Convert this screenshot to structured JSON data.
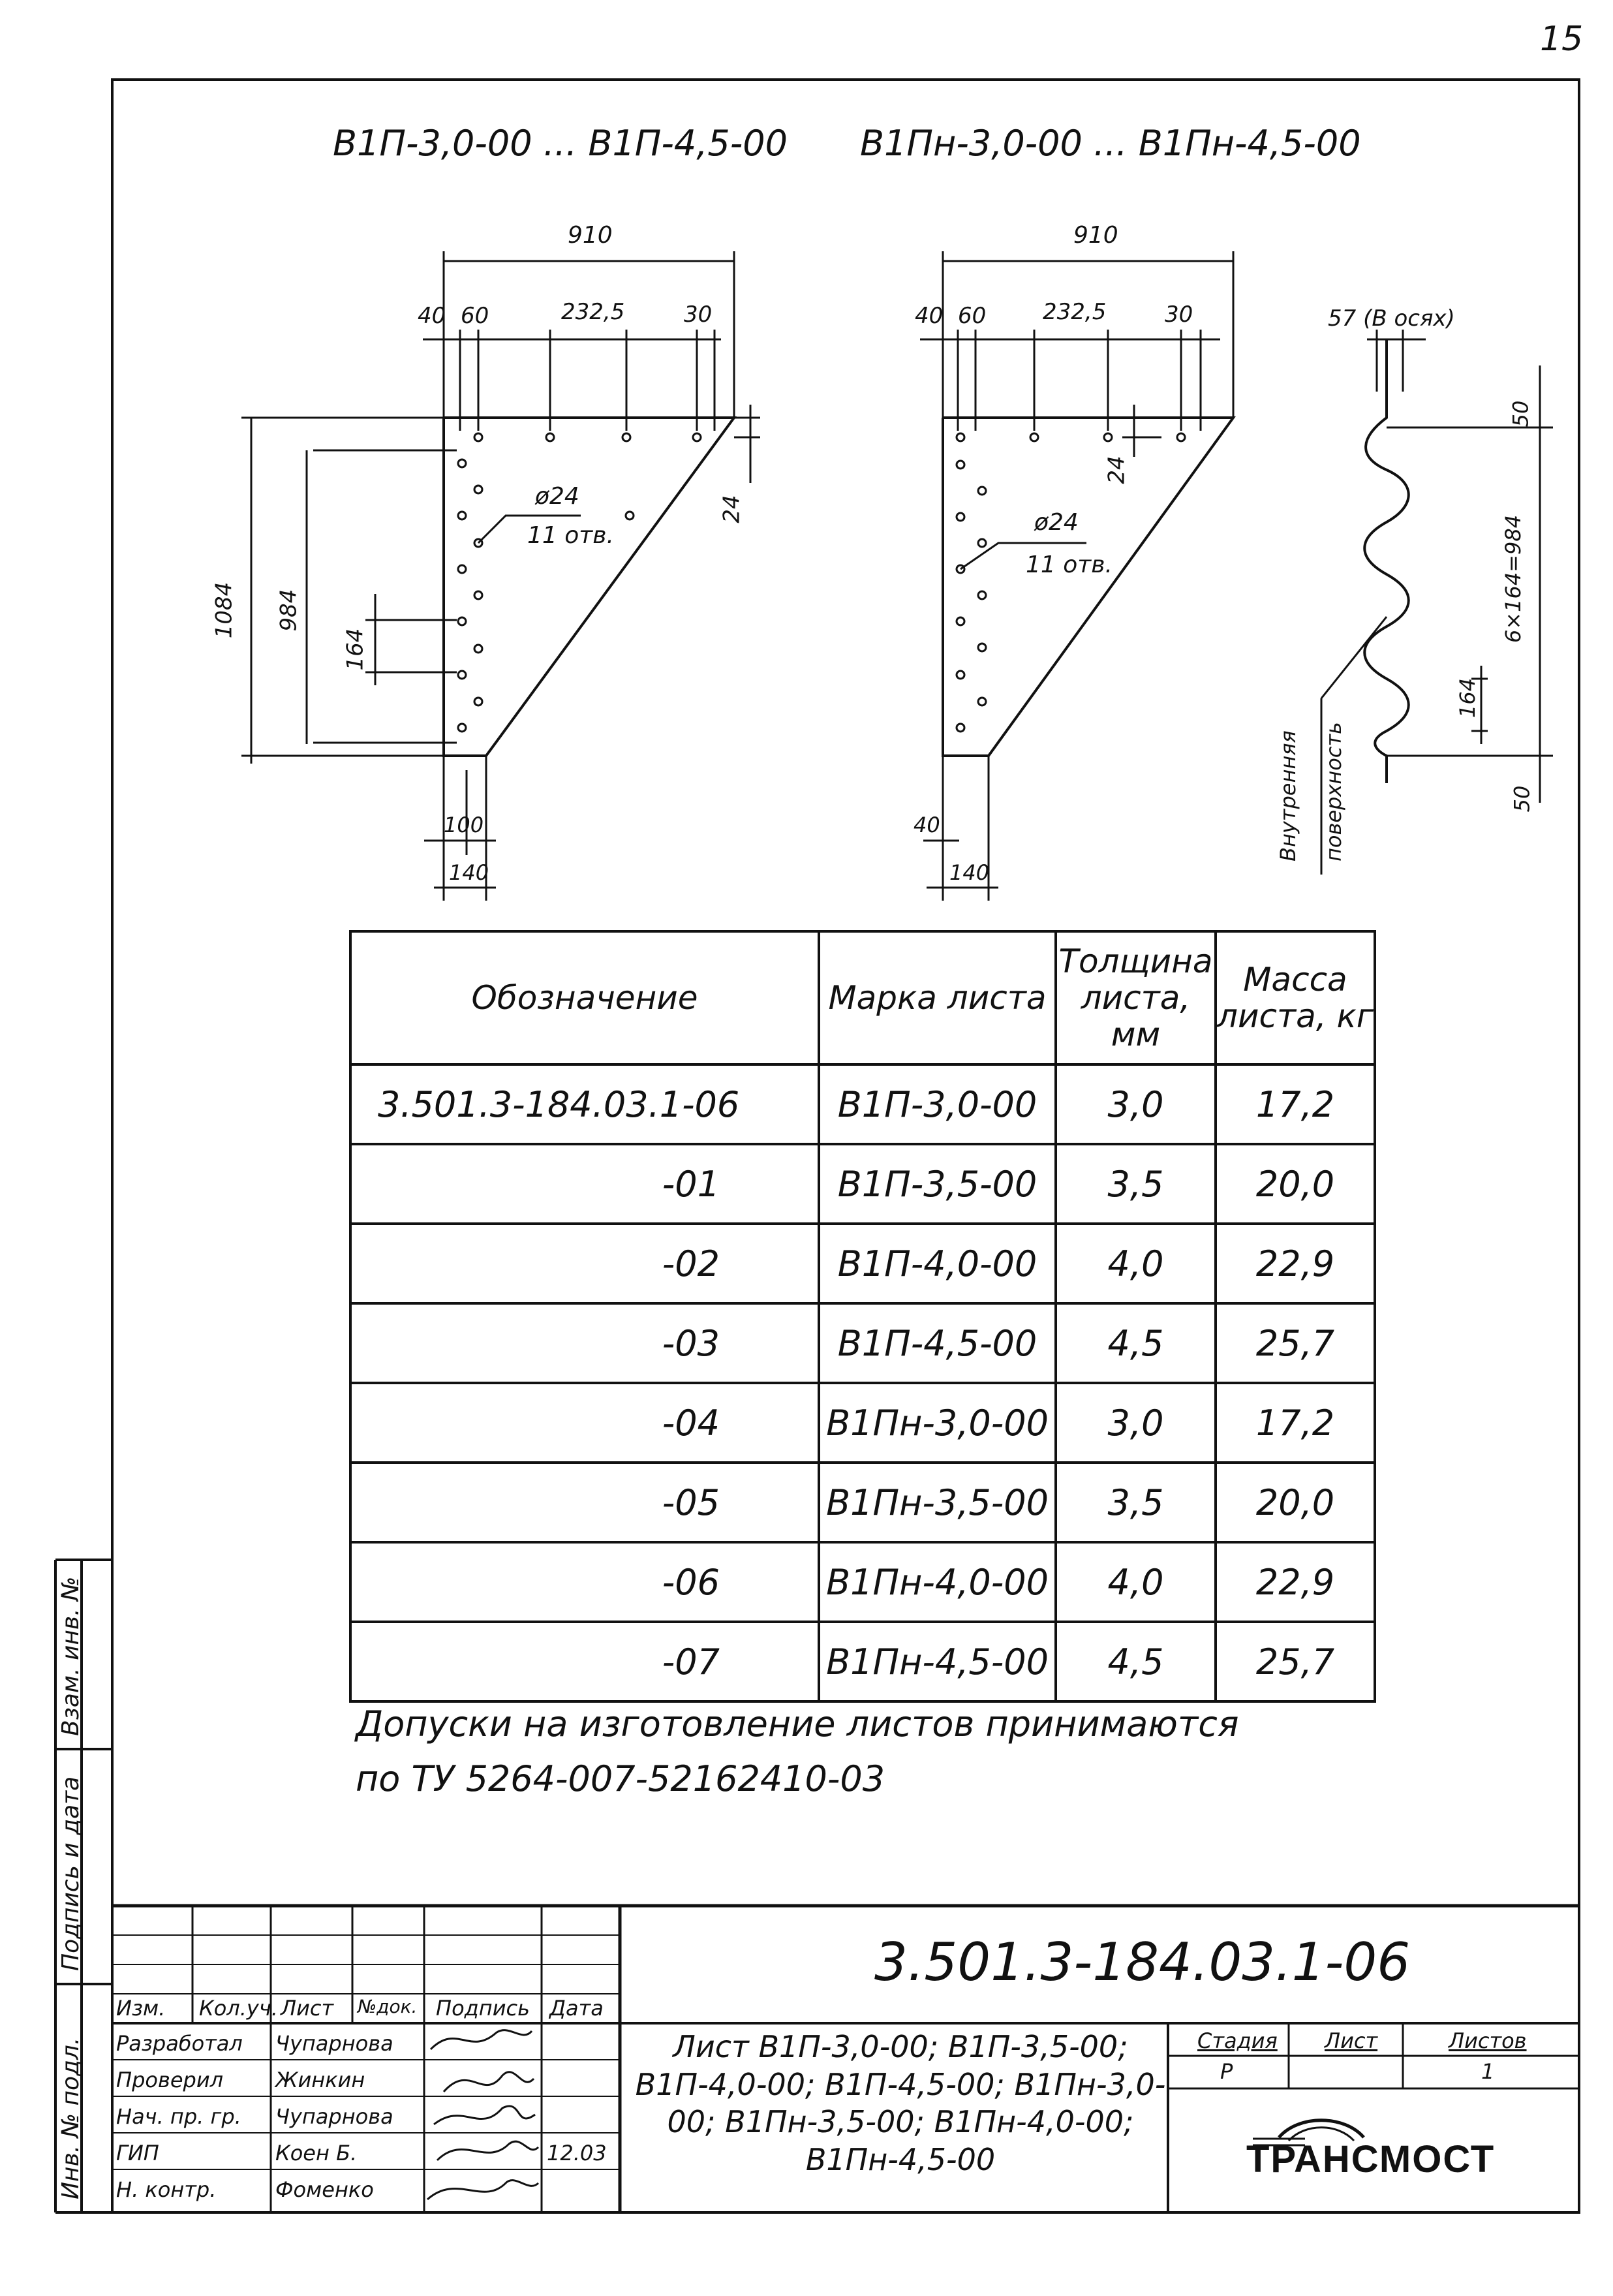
{
  "page_number": "15",
  "titles": {
    "left": "В1П-3,0-00 ... В1П-4,5-00",
    "right": "В1Пн-3,0-00 ... В1Пн-4,5-00"
  },
  "drawing_left": {
    "dim_width": "910",
    "dim_40": "40",
    "dim_60": "60",
    "dim_232": "232,5",
    "dim_30": "30",
    "dim_24": "24",
    "dim_1084": "1084",
    "dim_984": "984",
    "dim_164": "164",
    "hole": "ø24",
    "holes_count": "11 отв.",
    "dim_100": "100",
    "dim_140": "140"
  },
  "drawing_right": {
    "dim_width": "910",
    "dim_40": "40",
    "dim_60": "60",
    "dim_232": "232,5",
    "dim_30": "30",
    "dim_24": "24",
    "hole": "ø24",
    "holes_count": "11 отв.",
    "dim_40b": "40",
    "dim_140": "140"
  },
  "profile": {
    "dim_57": "57 (В осях)",
    "dim_50_top": "50",
    "dim_total": "6×164=984",
    "dim_164": "164",
    "dim_50_bottom": "50",
    "label_line1": "Внутренняя",
    "label_line2": "поверхность"
  },
  "table": {
    "headers": [
      "Обозначение",
      "Марка листа",
      "Толщина листа, мм",
      "Масса листа, кг"
    ],
    "rows": [
      [
        "3.501.3-184.03.1-06",
        "В1П-3,0-00",
        "3,0",
        "17,2"
      ],
      [
        "-01",
        "В1П-3,5-00",
        "3,5",
        "20,0"
      ],
      [
        "-02",
        "В1П-4,0-00",
        "4,0",
        "22,9"
      ],
      [
        "-03",
        "В1П-4,5-00",
        "4,5",
        "25,7"
      ],
      [
        "-04",
        "В1Пн-3,0-00",
        "3,0",
        "17,2"
      ],
      [
        "-05",
        "В1Пн-3,5-00",
        "3,5",
        "20,0"
      ],
      [
        "-06",
        "В1Пн-4,0-00",
        "4,0",
        "22,9"
      ],
      [
        "-07",
        "В1Пн-4,5-00",
        "4,5",
        "25,7"
      ]
    ]
  },
  "note": {
    "line1": "Допуски на изготовление листов принимаются",
    "line2": "по ТУ 5264-007-52162410-03"
  },
  "side_stamp": {
    "inv_zam": "Взам. инв. №",
    "sign_date": "Подпись и дата",
    "inv_podl": "Инв. № подл."
  },
  "title_block": {
    "col_headers": [
      "Изм.",
      "Кол.уч.",
      "Лист",
      "№док.",
      "Подпись",
      "Дата"
    ],
    "roles": [
      "Разработал",
      "Проверил",
      "Нач. пр. гр.",
      "ГИП",
      "Н. контр."
    ],
    "names": [
      "Чупарнова",
      "Жинкин",
      "Чупарнова",
      "Коен Б.",
      "Фоменко"
    ],
    "date_value": "12.03",
    "doc_code": "3.501.3-184.03.1-06",
    "sheet_title": "Лист В1П-3,0-00; В1П-3,5-00; В1П-4,0-00; В1П-4,5-00; В1Пн-3,0-00; В1Пн-3,5-00; В1Пн-4,0-00; В1Пн-4,5-00",
    "stage_label": "Стадия",
    "sheet_label": "Лист",
    "sheets_label": "Листов",
    "stage_value": "Р",
    "sheets_value": "1",
    "logo_text": "ТРАНСМОСТ"
  }
}
